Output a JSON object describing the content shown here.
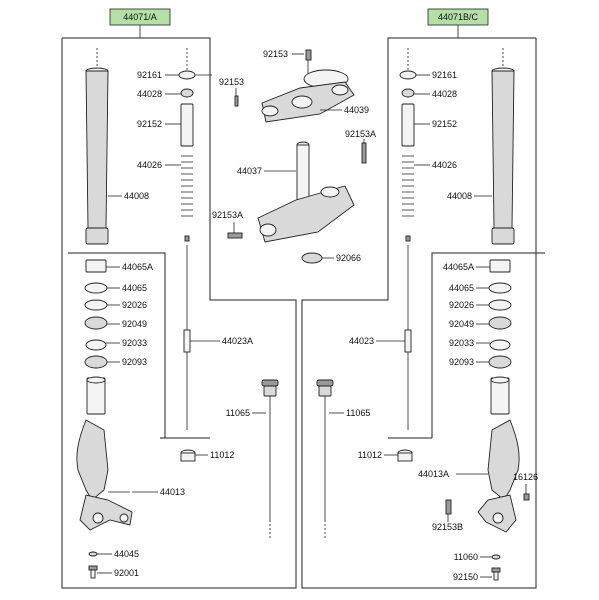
{
  "headers": {
    "left": "44071/A",
    "right": "44071B/C"
  },
  "labels": {
    "l92161": "92161",
    "l44028": "44028",
    "l92152": "92152",
    "l44026": "44026",
    "l44008": "44008",
    "l44065A": "44065A",
    "l44065": "44065",
    "l92026": "92026",
    "l92049": "92049",
    "l92033": "92033",
    "l92093": "92093",
    "l44023A": "44023A",
    "l11065": "11065",
    "l11012": "11012",
    "l44013": "44013",
    "l44045": "44045",
    "l92001": "92001",
    "c92153a": "92153",
    "c92153b": "92153",
    "c44039": "44039",
    "c92153A1": "92153A",
    "c44037": "44037",
    "c92153A2": "92153A",
    "c92066": "92066",
    "r92161": "92161",
    "r44028": "44028",
    "r92152": "92152",
    "r44026": "44026",
    "r44008": "44008",
    "r44065A": "44065A",
    "r44065": "44065",
    "r92026": "92026",
    "r92049": "92049",
    "r92033": "92033",
    "r92093": "92093",
    "r44023": "44023",
    "r11065": "11065",
    "r11012": "11012",
    "r44013A": "44013A",
    "r16126": "16126",
    "r92153B": "92153B",
    "r11060": "11060",
    "r92150": "92150"
  },
  "colors": {
    "header_fill": "#b6dfa7",
    "line": "#222222"
  }
}
